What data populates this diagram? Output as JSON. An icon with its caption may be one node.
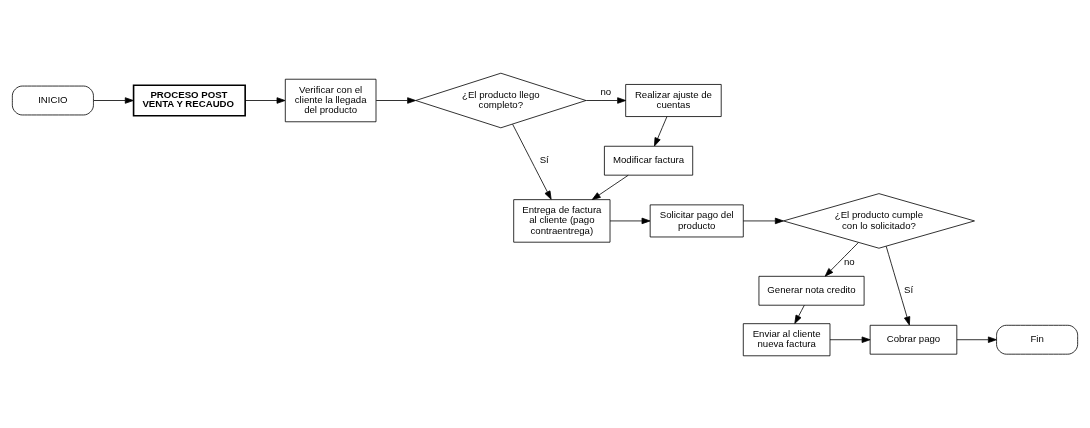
{
  "diagram": {
    "nodes": [
      {
        "text": [
          "INICIO"
        ]
      },
      {
        "text": [
          "PROCESO POST VENTA Y RECAUDO"
        ]
      },
      {
        "text": [
          "Verificar con el cliente la llegada del producto"
        ]
      },
      {
        "text": [
          "¿El producto llego completo?"
        ]
      },
      {
        "text": [
          "Realizar ajuste de cuentas"
        ]
      },
      {
        "text": [
          "Modificar factura"
        ]
      },
      {
        "text": [
          "Entrega de factura al cliente (pago contraentrega)"
        ]
      },
      {
        "text": [
          "Solicitar pago del producto"
        ]
      },
      {
        "text": [
          "¿El producto cumple con lo solicitado?"
        ]
      },
      {
        "text": [
          "Generar nota credito"
        ]
      },
      {
        "text": [
          "Enviar al cliente nueva factura"
        ]
      },
      {
        "text": [
          "Cobrar pago"
        ]
      },
      {
        "text": [
          "Fin"
        ]
      }
    ],
    "edges": [
      {
        "from": 0,
        "to": 1,
        "arrow": "to"
      },
      {
        "from": 1,
        "to": 2,
        "arrow": "to"
      },
      {
        "from": 2,
        "to": 3,
        "arrow": "to"
      },
      {
        "from": 3,
        "to": 4,
        "arrow": "to",
        "label": "no"
      },
      {
        "from": 4,
        "to": 5,
        "arrow": "to"
      },
      {
        "from": 5,
        "to": 6,
        "arrow": "to"
      },
      {
        "from": 3,
        "to": 6,
        "arrow": "to",
        "label": "Sí"
      },
      {
        "from": 6,
        "to": 7,
        "arrow": "to"
      },
      {
        "from": 7,
        "to": 8,
        "arrow": "to"
      },
      {
        "from": 8,
        "to": 9,
        "arrow": "to",
        "label": "no"
      },
      {
        "from": 9,
        "to": 10,
        "arrow": "to"
      },
      {
        "from": 10,
        "to": 11,
        "arrow": "to"
      },
      {
        "from": 8,
        "to": 11,
        "arrow": "to",
        "label": "Sí"
      },
      {
        "from": 11,
        "to": 12,
        "arrow": "to"
      }
    ]
  }
}
